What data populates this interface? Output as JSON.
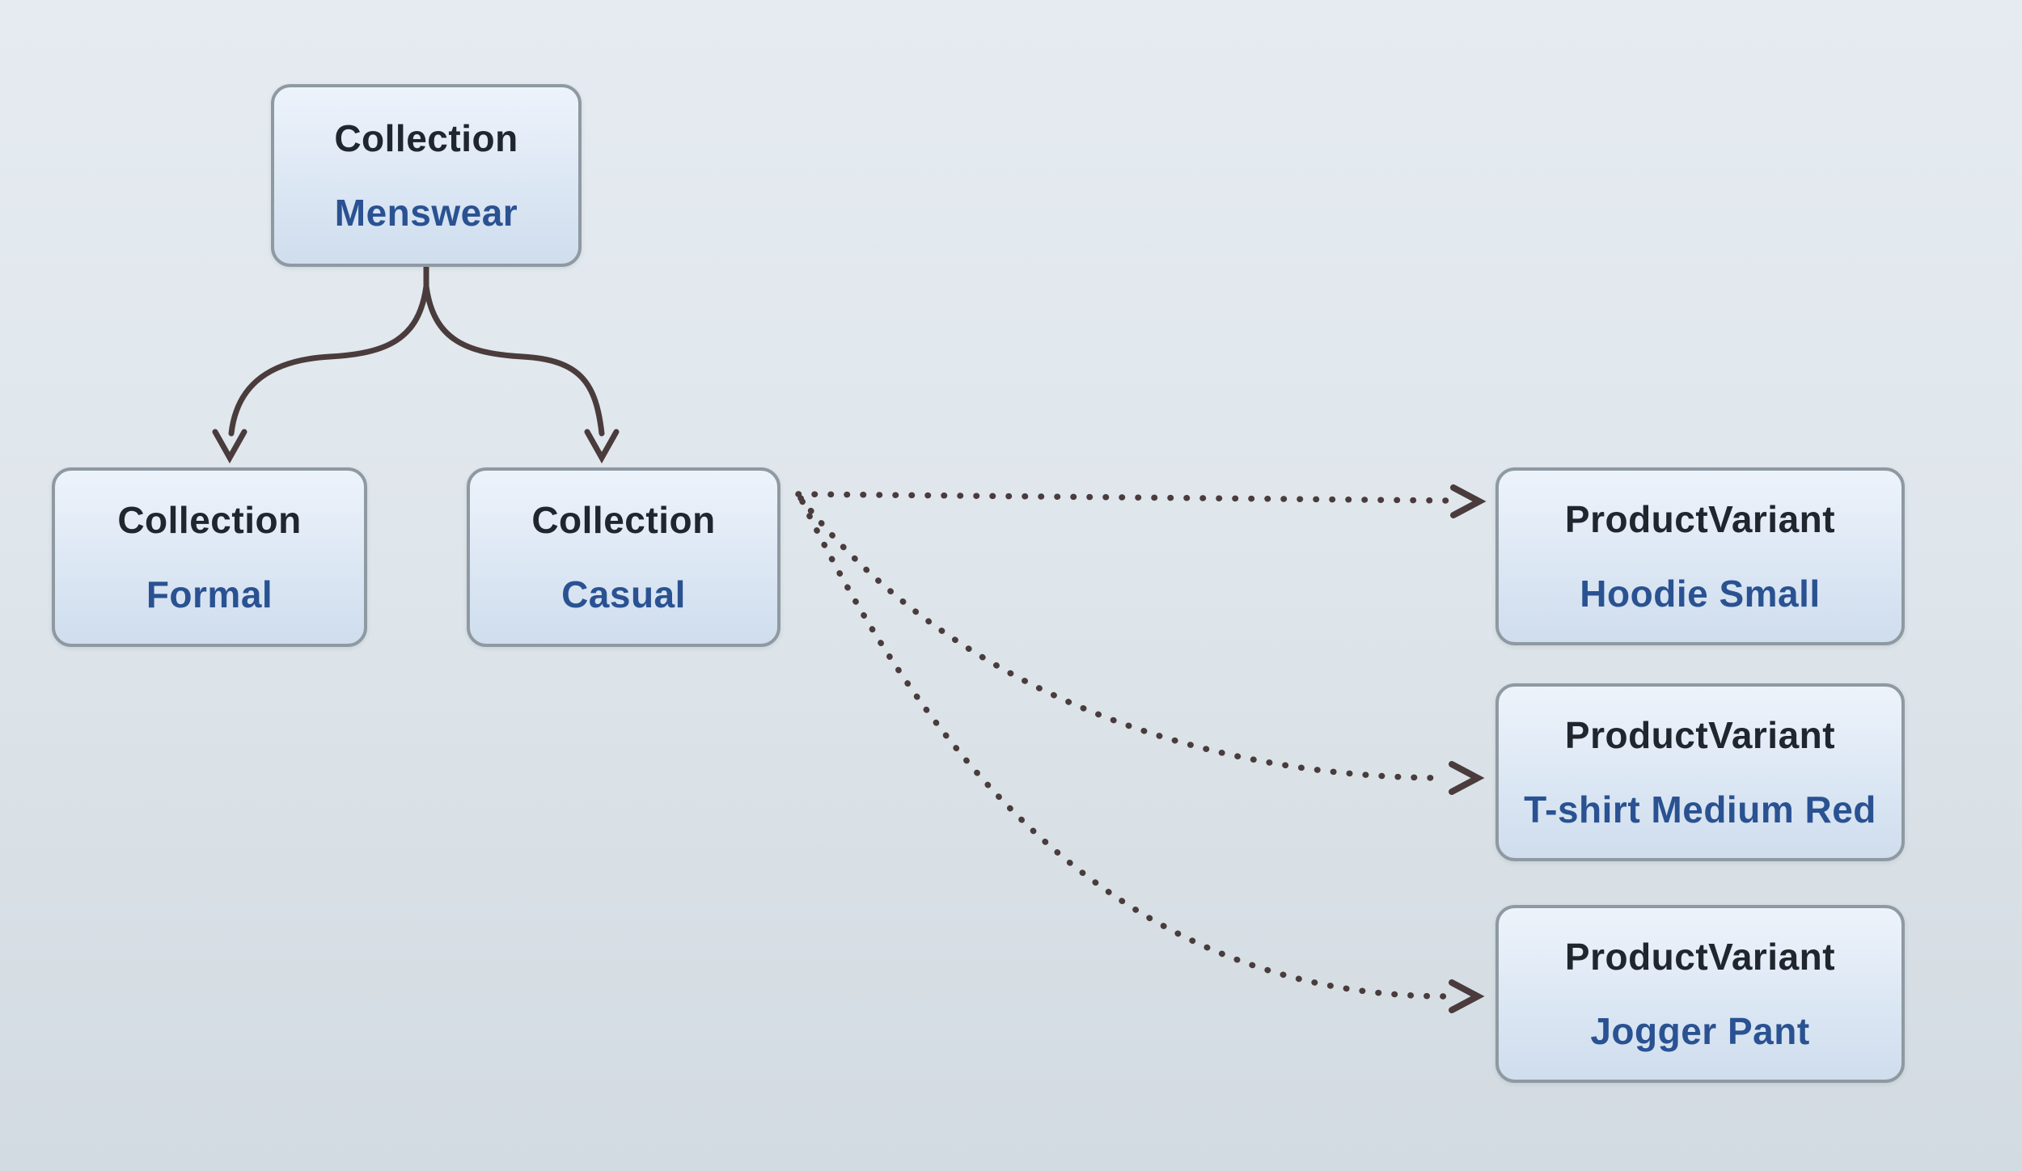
{
  "diagram": {
    "nodes": [
      {
        "type": "Collection",
        "label": "Menswear"
      },
      {
        "type": "Collection",
        "label": "Formal"
      },
      {
        "type": "Collection",
        "label": "Casual"
      },
      {
        "type": "ProductVariant",
        "label": "Hoodie Small"
      },
      {
        "type": "ProductVariant",
        "label": "T-shirt Medium Red"
      },
      {
        "type": "ProductVariant",
        "label": "Jogger Pant"
      }
    ],
    "edges": [
      {
        "from": "Collection Menswear",
        "to": "Collection Formal",
        "style": "solid-arrow"
      },
      {
        "from": "Collection Menswear",
        "to": "Collection Casual",
        "style": "solid-arrow"
      },
      {
        "from": "Collection Casual",
        "to": "ProductVariant Hoodie Small",
        "style": "dotted-arrow"
      },
      {
        "from": "Collection Casual",
        "to": "ProductVariant T-shirt Medium Red",
        "style": "dotted-arrow"
      },
      {
        "from": "Collection Casual",
        "to": "ProductVariant Jogger Pant",
        "style": "dotted-arrow"
      }
    ],
    "colors": {
      "background_top": "#e5ebf1",
      "background_bottom": "#d2dbe1",
      "node_border": "#8e99a1",
      "node_fill_top": "#edf3fb",
      "node_fill_bottom": "#cfdded",
      "type_text": "#20262e",
      "label_text": "#2a5292",
      "edge": "#4a3c3c"
    }
  }
}
